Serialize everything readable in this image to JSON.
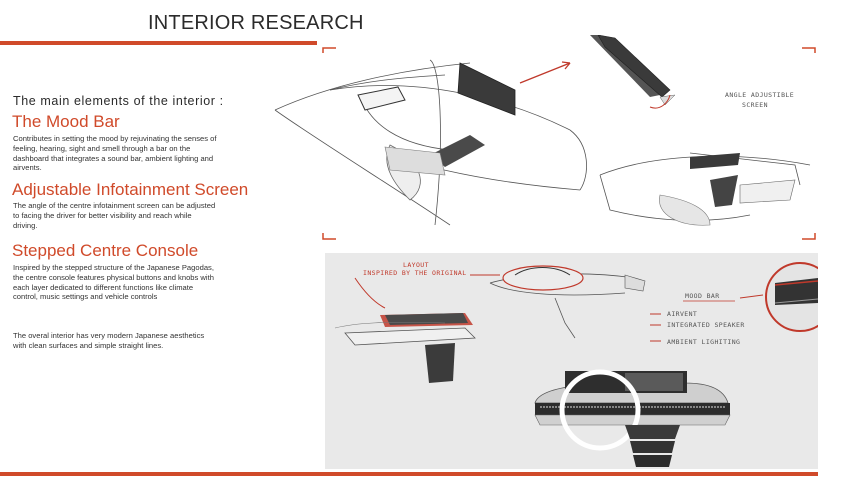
{
  "header": {
    "title": "INTERIOR RESEARCH"
  },
  "intro": "The main elements of the interior :",
  "sections": [
    {
      "heading": "The Mood Bar",
      "body": "Contributes in setting the mood by rejuvinating the senses of feeling, hearing, sight and smell through a bar on the dashboard that integrates a sound bar, ambient lighting and airvents."
    },
    {
      "heading": "Adjustable Infotainment Screen",
      "body": "The angle of the centre infotainment screen can be adjusted to facing the driver for better visibility and reach while driving."
    },
    {
      "heading": "Stepped Centre Console",
      "body": "Inspired by the stepped structure of the Japanese Pagodas, the centre console features physical buttons and knobs with each layer dedicated to different functions like climate control, music settings and vehicle controls"
    }
  ],
  "summary": "The overal interior has very modern Japanese aesthetics with clean surfaces and simple straight lines.",
  "annotations": {
    "angle_adjustable": "ANGLE ADJUSTIBLE",
    "screen": "SCREEN",
    "layout": "LAYOUT",
    "inspired": "INSPIRED BY THE ORIGINAL",
    "mood_bar": "MOOD BAR",
    "airvent": "AIRVENT",
    "speaker": "INTEGRATED SPEAKER",
    "lighting": "AMBIENT LIGHITING"
  },
  "colors": {
    "accent": "#d04a2a",
    "sketch_dark": "#2e2e2e"
  }
}
